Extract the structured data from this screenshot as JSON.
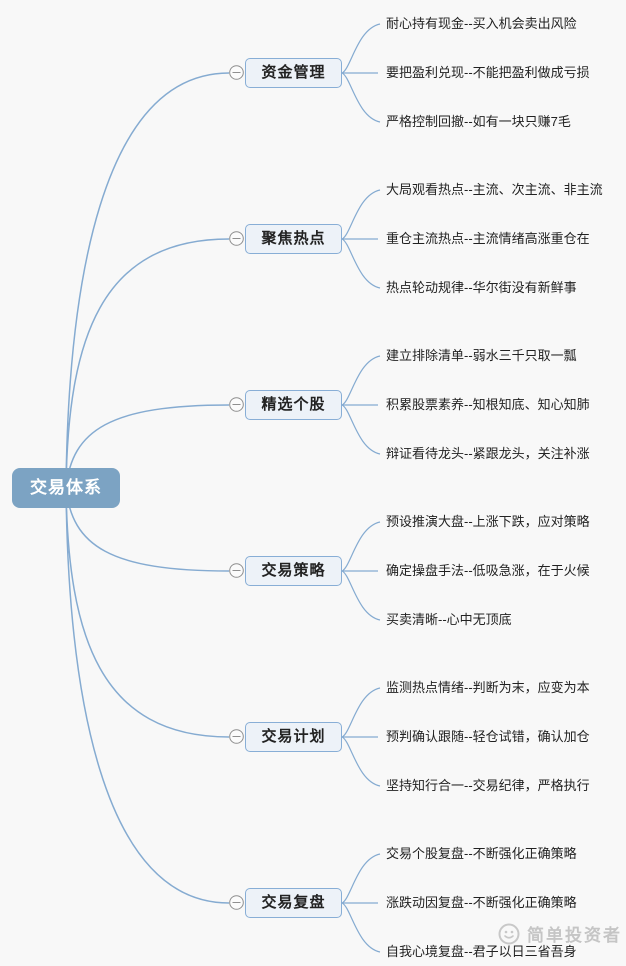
{
  "root": {
    "label": "交易体系"
  },
  "branches": [
    {
      "label": "资金管理",
      "leaves": [
        "耐心持有现金--买入机会卖出风险",
        "要把盈利兑现--不能把盈利做成亏损",
        "严格控制回撤--如有一块只赚7毛"
      ]
    },
    {
      "label": "聚焦热点",
      "leaves": [
        "大局观看热点--主流、次主流、非主流",
        "重仓主流热点--主流情绪高涨重仓在",
        "热点轮动规律--华尔街没有新鲜事"
      ]
    },
    {
      "label": "精选个股",
      "leaves": [
        "建立排除清单--弱水三千只取一瓢",
        "积累股票素养--知根知底、知心知肺",
        "辩证看待龙头--紧跟龙头，关注补涨"
      ]
    },
    {
      "label": "交易策略",
      "leaves": [
        "预设推演大盘--上涨下跌，应对策略",
        "确定操盘手法--低吸急涨，在于火候",
        "买卖清晰--心中无顶底"
      ]
    },
    {
      "label": "交易计划",
      "leaves": [
        "监测热点情绪--判断为末，应变为本",
        "预判确认跟随--轻仓试错，确认加仓",
        "坚持知行合一--交易纪律，严格执行"
      ]
    },
    {
      "label": "交易复盘",
      "leaves": [
        "交易个股复盘--不断强化正确策略",
        "涨跌动因复盘--不断强化正确策略",
        "自我心境复盘--君子以日三省吾身"
      ]
    }
  ],
  "watermark": {
    "label": "简单投资者"
  },
  "icons": {
    "collapse": "minus-circle",
    "watermark_logo": "smiley-face"
  },
  "colors": {
    "background": "#f8f8f8",
    "line": "#85abd1",
    "root_bg": "#7ca3c3",
    "root_text": "#ffffff",
    "branch_bg": "#edf2f8",
    "branch_border": "#88aed6",
    "text": "#222222",
    "watermark": "#c3c3c3"
  }
}
